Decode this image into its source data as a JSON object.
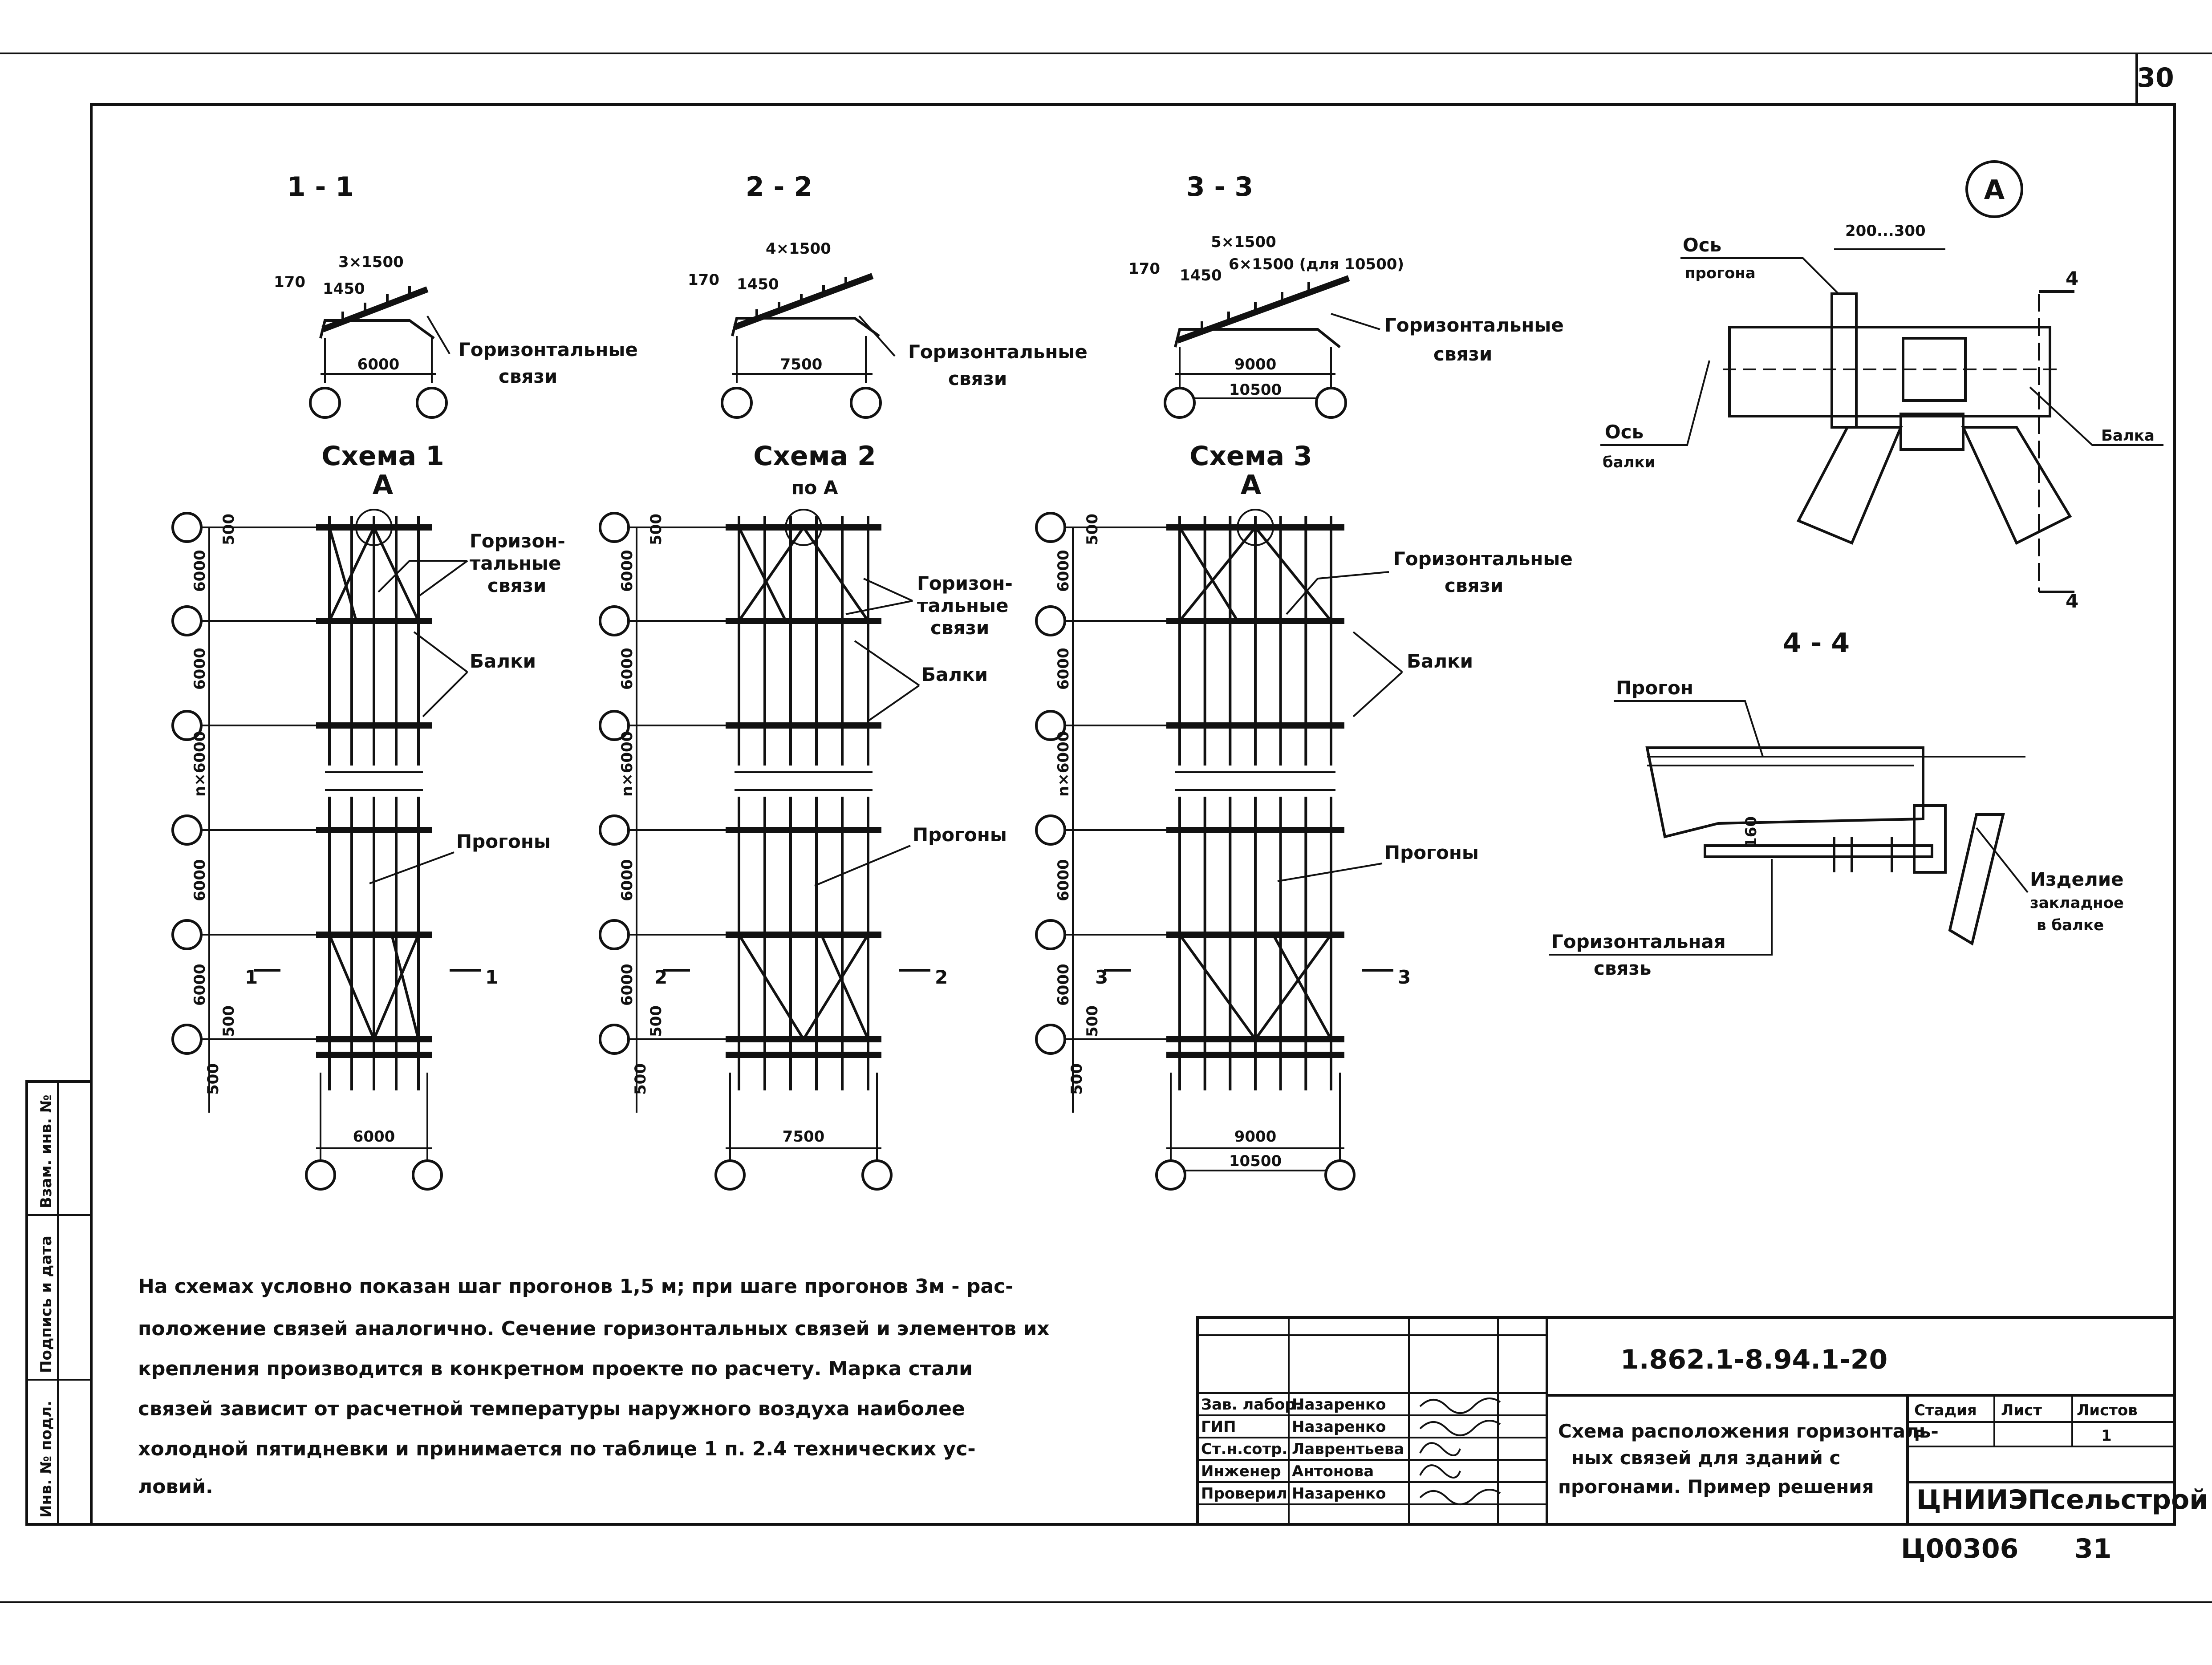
{
  "page_number": "30",
  "sections": [
    {
      "id": "s1",
      "title": "1 - 1",
      "span": "6000",
      "span2": "",
      "top_dims": [
        "170",
        "3×1500",
        "1450"
      ]
    },
    {
      "id": "s2",
      "title": "2 - 2",
      "span": "7500",
      "span2": "",
      "top_dims": [
        "170",
        "4×1500",
        "1450"
      ]
    },
    {
      "id": "s3",
      "title": "3 - 3",
      "span": "9000",
      "span2": "10500",
      "top_dims": [
        "170",
        "5×1500",
        "1450",
        "6×1500 (для 10500)"
      ]
    }
  ],
  "callouts": {
    "horizontal_ties_1": "Горизонтальные",
    "horizontal_ties_2": "связи",
    "horizontal_ties_split_1": "Горизон-",
    "horizontal_ties_split_2": "тальные",
    "horizontal_ties_split_3": "связи",
    "beams": "Балки",
    "purlins": "Прогоны",
    "a_mark": "A",
    "a_mark_2": "по A"
  },
  "schemes": [
    {
      "id": "scheme1",
      "title": "Схема 1",
      "bottom_span": "6000",
      "bottom_span2": "",
      "cut": "1"
    },
    {
      "id": "scheme2",
      "title": "Схема 2",
      "bottom_span": "7500",
      "bottom_span2": "",
      "cut": "2"
    },
    {
      "id": "scheme3",
      "title": "Схема 3",
      "bottom_span": "9000",
      "bottom_span2": "10500",
      "cut": "3"
    }
  ],
  "vertical_dims": [
    "6000",
    "6000",
    "n×6000",
    "6000",
    "6000"
  ],
  "small_dims": {
    "top": "500",
    "bottom1": "500",
    "bottom2": "500"
  },
  "detail_a": {
    "mark": "A",
    "axis_purlin_1": "Ось",
    "axis_purlin_2": "прогона",
    "axis_beam_1": "Ось",
    "axis_beam_2": "балки",
    "beam": "Балка",
    "dim": "200...300",
    "cut_mark": "4"
  },
  "section_44": {
    "title": "4 - 4",
    "purlin": "Прогон",
    "dim": "160",
    "horizontal_tie_1": "Горизонтальная",
    "horizontal_tie_2": "связь",
    "embedded_1": "Изделие",
    "embedded_2": "закладное",
    "embedded_3": "в балке"
  },
  "notes": [
    "На схемах условно показан шаг прогонов 1,5 м; при шаге прогонов 3м - рас-",
    "положение связей аналогично. Сечение горизонтальных связей и элементов их",
    "крепления производится в конкретном проекте по расчету. Марка стали",
    "связей зависит от расчетной температуры наружного воздуха наиболее",
    "холодной пятидневки и принимается по таблице 1 п. 2.4 технических ус-",
    "ловий."
  ],
  "left_stamp": {
    "inv_podl": "Инв. № подл.",
    "podpis_data": "Подпись и дата",
    "vzam_inv": "Взам. инв. №"
  },
  "title_block": {
    "code": "1.862.1-8.94.1-20",
    "title_lines": [
      "Схема расположения горизонталь-",
      "ных связей для зданий с",
      "прогонами. Пример решения"
    ],
    "roles": [
      {
        "role": "Зав. лабор.",
        "name": "Назаренко"
      },
      {
        "role": "ГИП",
        "name": "Назаренко"
      },
      {
        "role": "Ст.н.сотр.",
        "name": "Лаврентьева"
      },
      {
        "role": "Инженер",
        "name": "Антонова"
      },
      {
        "role": "Проверил",
        "name": "Назаренко"
      }
    ],
    "stage_label": "Стадия",
    "sheet_label": "Лист",
    "sheets_label": "Листов",
    "stage_value": "Р",
    "sheets_value": "1",
    "organization": "ЦНИИЭПсельстрой"
  },
  "archive_number": "Ц00306",
  "archive_page": "31"
}
